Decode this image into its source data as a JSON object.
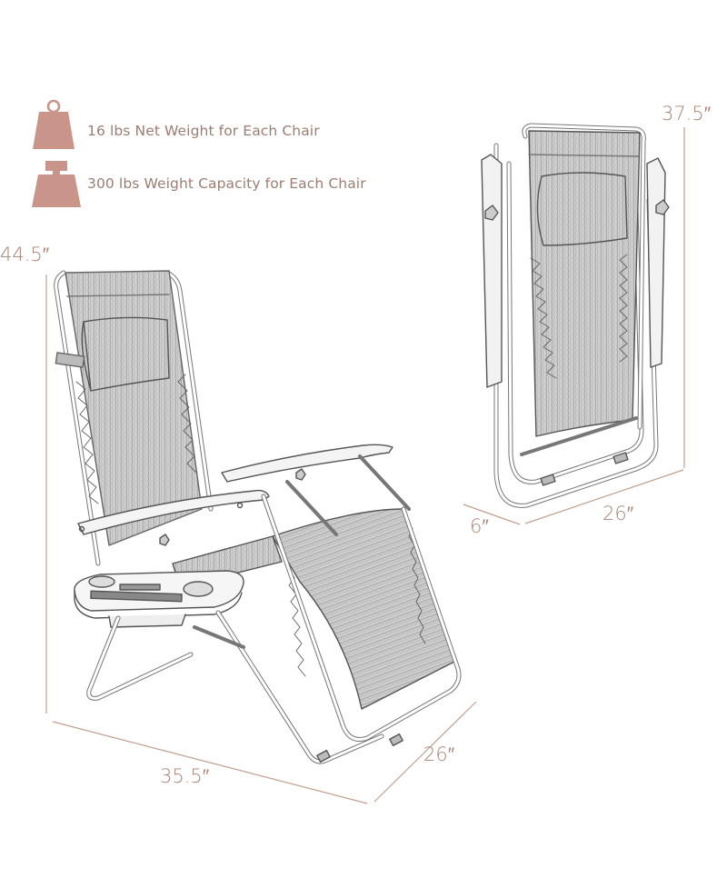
{
  "colors": {
    "icon_fill": "#c9958a",
    "spec_text": "#9b7e72",
    "dimension_line": "#c0a090",
    "dimension_text": "#a88576",
    "line_art": "#4a4a4a",
    "fabric": "#b8b8b8"
  },
  "specs": [
    {
      "icon": "kettlebell-weight-icon",
      "text": "16 lbs Net Weight for Each Chair"
    },
    {
      "icon": "capacity-weight-icon",
      "text": "300 lbs Weight Capacity for Each Chair"
    }
  ],
  "unfolded_chair": {
    "height": "44.5″",
    "length": "35.5″",
    "width": "26″"
  },
  "folded_chair": {
    "height": "37.5″",
    "width": "26″",
    "depth": "6″"
  }
}
